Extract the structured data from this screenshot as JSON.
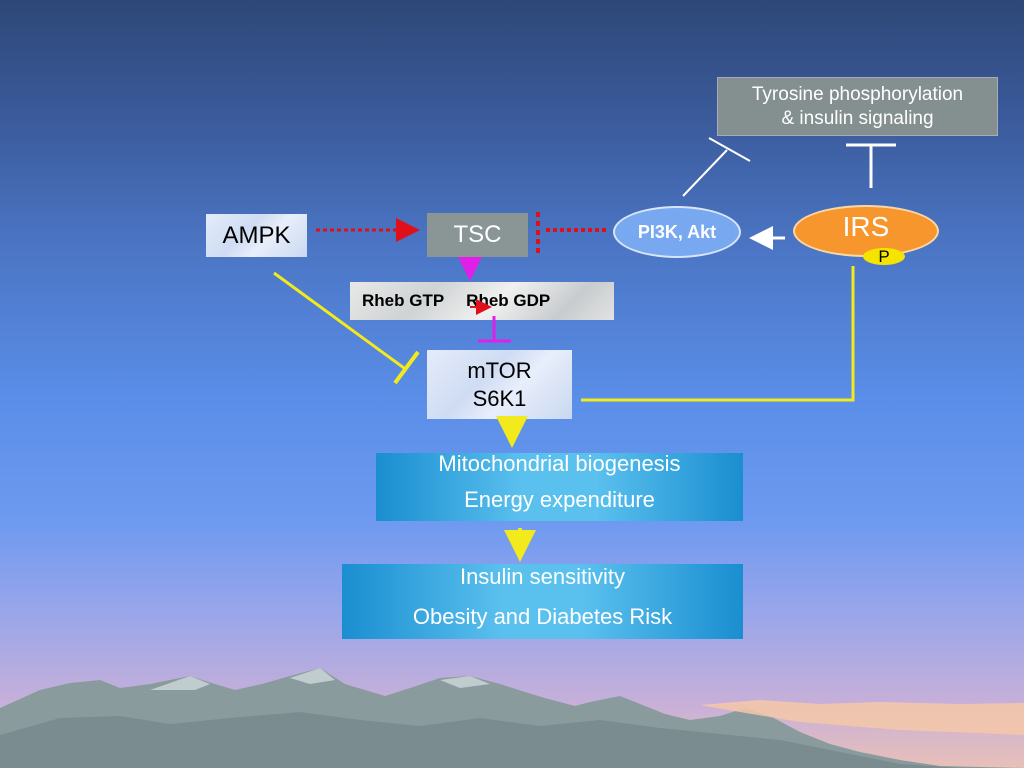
{
  "nodes": {
    "ampk": "AMPK",
    "tsc": "TSC",
    "rheb_gtp": "Rheb GTP",
    "rheb_gdp": "Rheb GDP",
    "mtor": "mTOR",
    "s6k1": "S6K1",
    "tyrosine_line1": "Tyrosine phosphorylation",
    "tyrosine_line2": "& insulin signaling",
    "pi3k": "PI3K, Akt",
    "irs": "IRS",
    "p": "P"
  },
  "outcomes": {
    "mito_line1": "Mitochondrial biogenesis",
    "mito_line2": "Energy expenditure",
    "insulin_line1": "Insulin sensitivity",
    "insulin_line2": "Obesity and Diabetes Risk"
  },
  "colors": {
    "activation_arrow": "#f2ea1c",
    "inhibition_dotted": "#e0101a",
    "tsc_inhibit": "#e020e8",
    "irs": "#f7962c",
    "tsc": "#8a9596",
    "outcome_box": "#3aaee4"
  }
}
